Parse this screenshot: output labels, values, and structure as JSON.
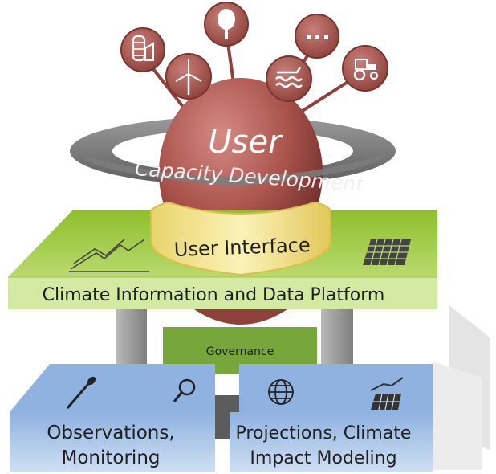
{
  "sphere": {
    "title": "User",
    "subtitle": "Capacity Development"
  },
  "user_interface": {
    "label": "User Interface"
  },
  "platform": {
    "label": "Climate Information and Data Platform"
  },
  "governance": {
    "label": "Governance"
  },
  "left_base": {
    "line1": "Observations,",
    "line2": "Monitoring"
  },
  "right_base": {
    "line1": "Projections, Climate",
    "line2": "Impact Modeling"
  },
  "user_sectors": [
    "silo-icon",
    "wind-turbine-icon",
    "tree-icon",
    "water-icon",
    "dots-icon",
    "tractor-icon"
  ],
  "colors": {
    "sphere": "#a9534c",
    "ring": "#7a7a7a",
    "user_interface_band": "#f2e28a",
    "platform": "#a8cc4c",
    "governance": "#77a63a",
    "base": "#a9c4e6",
    "pillar": "#9a9a9a"
  }
}
